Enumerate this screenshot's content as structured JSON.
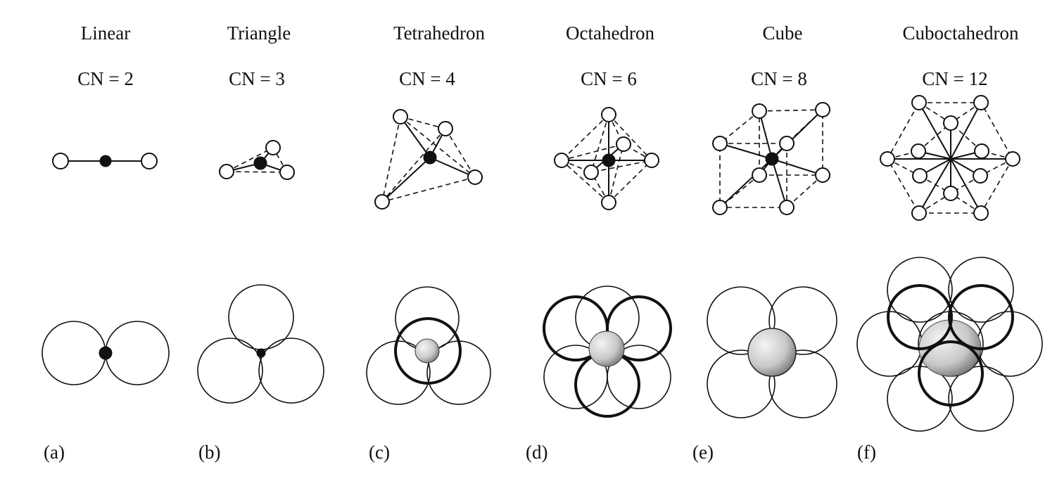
{
  "figure": {
    "columns": [
      {
        "title": "Linear",
        "cn": "CN = 2",
        "panel": "(a)"
      },
      {
        "title": "Triangle",
        "cn": "CN = 3",
        "panel": "(b)"
      },
      {
        "title": "Tetrahedron",
        "cn": "CN = 4",
        "panel": "(c)"
      },
      {
        "title": "Octahedron",
        "cn": "CN = 6",
        "panel": "(d)"
      },
      {
        "title": "Cube",
        "cn": "CN = 8",
        "panel": "(e)"
      },
      {
        "title": "Cuboctahedron",
        "cn": "CN = 12",
        "panel": "(f)"
      }
    ]
  },
  "colors": {
    "line": "#111111",
    "ligand_fill": "#ffffff",
    "center_fill": "#111111",
    "shaded_center_light": "#f2f2f2",
    "shaded_center_dark": "#7a7a7a"
  }
}
